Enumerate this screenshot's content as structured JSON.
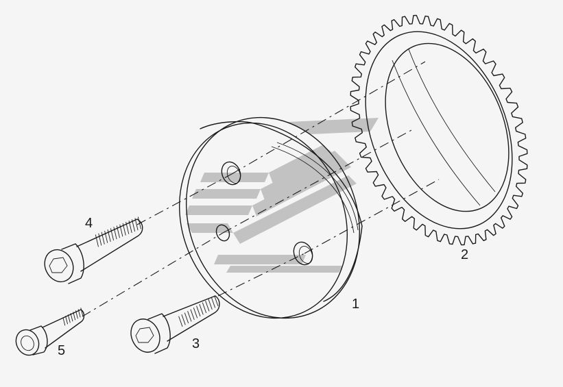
{
  "parts": [
    {
      "id": "hub",
      "label": "1"
    },
    {
      "id": "gear-ring",
      "label": "2"
    },
    {
      "id": "bolt-3",
      "label": "3"
    },
    {
      "id": "bolt-4",
      "label": "4"
    },
    {
      "id": "bolt-5",
      "label": "5"
    }
  ],
  "colors": {
    "background": "#f5f5f5",
    "line": "#1a1a1a",
    "watermark": "#bdbdbd"
  },
  "watermark": {
    "icon": "stylized-arrow-logo-icon"
  }
}
